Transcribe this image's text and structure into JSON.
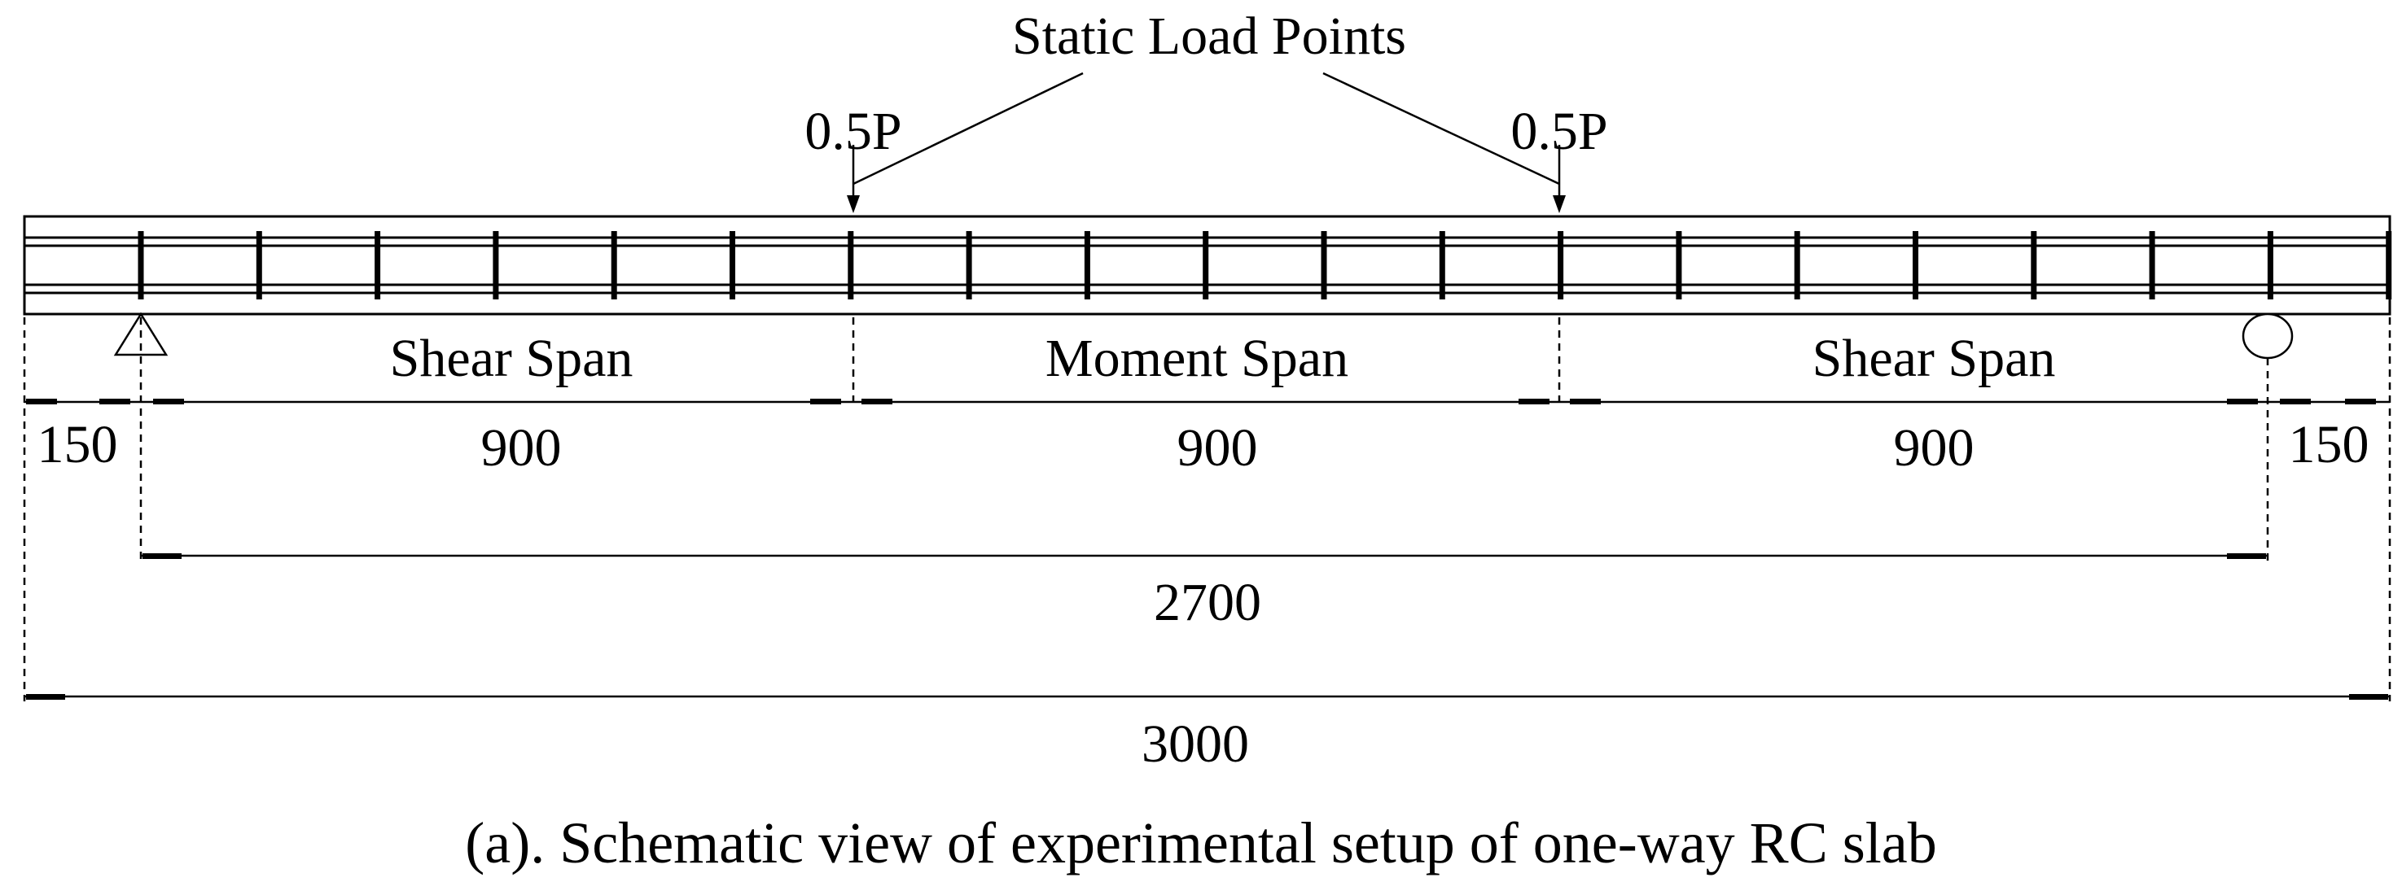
{
  "title": "Static Load Points",
  "load_left": "0.5P",
  "load_right": "0.5P",
  "span_labels": {
    "shear_left": "Shear Span",
    "moment": "Moment Span",
    "shear_right": "Shear Span"
  },
  "dimensions": {
    "overhang_left": "150",
    "shear_left": "900",
    "moment": "900",
    "shear_right": "900",
    "overhang_right": "150",
    "clear_span": "2700",
    "total_length": "3000"
  },
  "caption": "(a).  Schematic view of experimental setup of one-way RC slab"
}
